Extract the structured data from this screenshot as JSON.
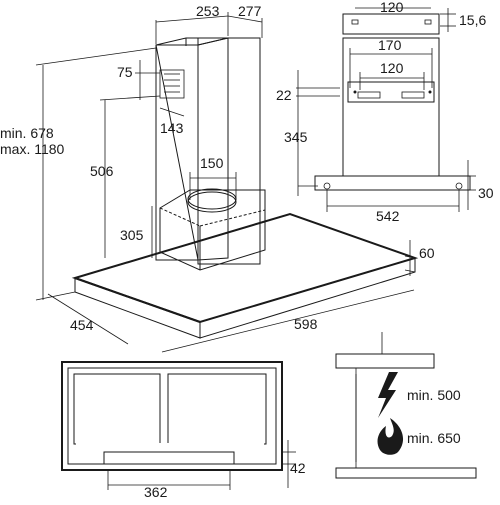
{
  "dimensions": {
    "chimney_width": "253",
    "chimney_depth": "277",
    "height_min_max": "min. 678\nmax. 1180",
    "top_offset": "75",
    "side_offset": "143",
    "body_height": "506",
    "duct_diameter": "150",
    "box_height": "305",
    "hood_depth": "454",
    "hood_width": "598",
    "hood_thickness": "60",
    "bracket_hole_spacing_top": "120",
    "bracket_hole_size": "15,6",
    "bracket_width": "170",
    "bracket_inner": "120",
    "bracket_offset": "22",
    "bracket_height": "345",
    "mount_spacing": "542",
    "mount_offset": "30",
    "filter_width": "362",
    "filter_height": "42"
  },
  "clearances": {
    "electric": "min. 500",
    "gas": "min. 650"
  },
  "icons": [
    "lightning-icon",
    "flame-icon"
  ],
  "colors": {
    "line": "#1a1a1a",
    "fill_dark": "#555555",
    "fill_light": "#cccccc"
  }
}
